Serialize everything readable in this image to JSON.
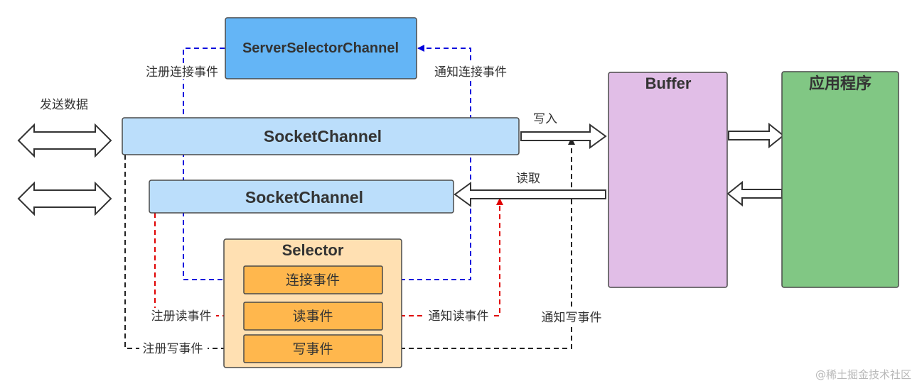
{
  "server_selector_channel": {
    "label": "ServerSelectorChannel",
    "color": "#64b5f6"
  },
  "socket_channel_1": {
    "label": "SocketChannel",
    "color": "#bbdefb"
  },
  "socket_channel_2": {
    "label": "SocketChannel",
    "color": "#bbdefb"
  },
  "selector": {
    "title": "Selector",
    "container_color": "#ffe0b2",
    "event_color": "#ffb74d",
    "events": {
      "connect": "连接事件",
      "read": "读事件",
      "write": "写事件"
    }
  },
  "buffer": {
    "label": "Buffer",
    "color": "#e1bee7"
  },
  "application": {
    "label": "应用程序",
    "color": "#81c784"
  },
  "labels": {
    "send_data": "发送数据",
    "register_connect": "注册连接事件",
    "notify_connect": "通知连接事件",
    "register_read": "注册读事件",
    "notify_read": "通知读事件",
    "register_write": "注册写事件",
    "notify_write": "通知写事件",
    "write_in": "写入",
    "read_out": "读取"
  },
  "edge_colors": {
    "connect": "#0000dd",
    "read": "#e00000",
    "write": "#222222"
  },
  "watermark": "@稀土掘金技术社区"
}
